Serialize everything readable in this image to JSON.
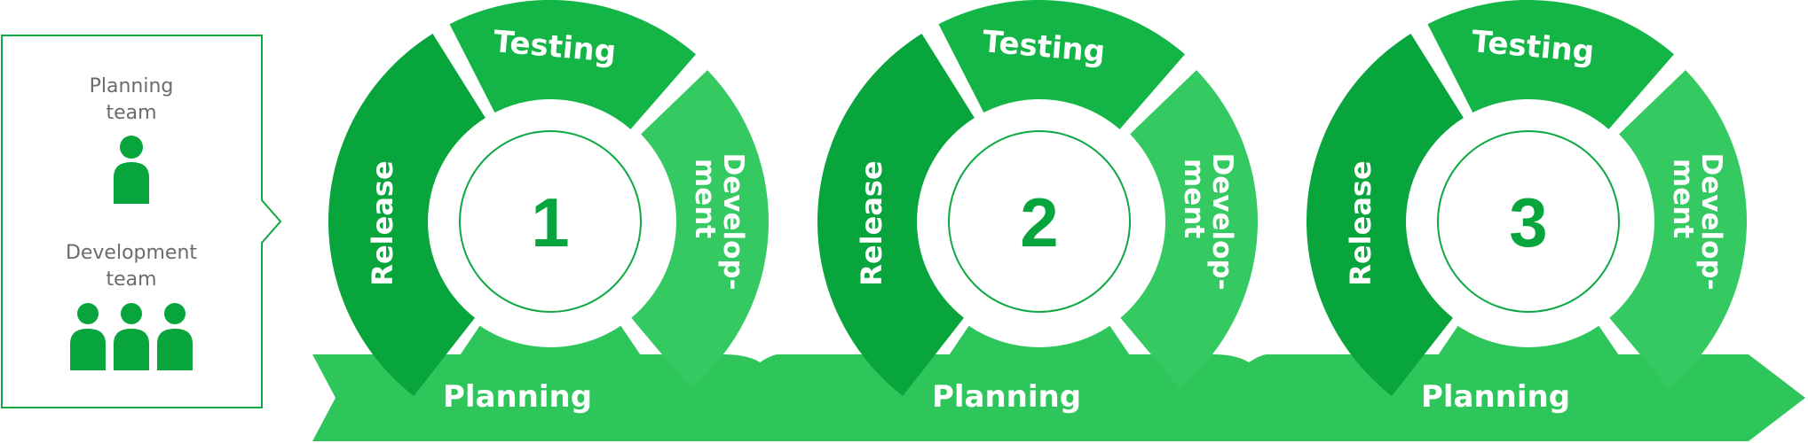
{
  "legend": {
    "teams": [
      {
        "line1": "Planning",
        "line2": "team",
        "icon": "person-icon",
        "count": 1
      },
      {
        "line1": "Development",
        "line2": "team",
        "icon": "group-icon",
        "count": 3
      }
    ]
  },
  "cycles": [
    {
      "number": "1",
      "testing": "Testing",
      "release": "Release",
      "dev_line1": "Develop-",
      "dev_line2": "ment"
    },
    {
      "number": "2",
      "testing": "Testing",
      "release": "Release",
      "dev_line1": "Develop-",
      "dev_line2": "ment"
    },
    {
      "number": "3",
      "testing": "Testing",
      "release": "Release",
      "dev_line1": "Develop-",
      "dev_line2": "ment"
    }
  ],
  "planning": [
    {
      "label": "Planning"
    },
    {
      "label": "Planning"
    },
    {
      "label": "Planning"
    }
  ],
  "colors": {
    "dark": "#07a53c",
    "mid": "#14b547",
    "light": "#2ec65a",
    "lighter": "#35c962",
    "outline": "#0ea943",
    "legend_text": "#6b6b6b",
    "icon": "#07a53c"
  }
}
